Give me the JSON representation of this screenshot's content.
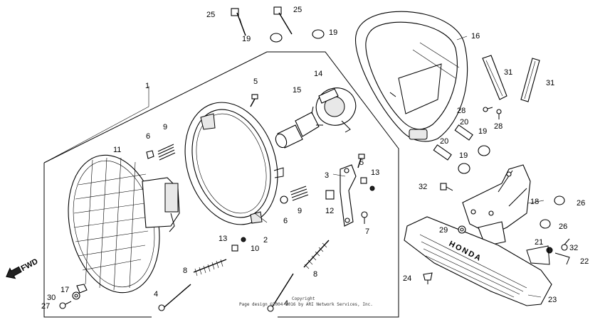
{
  "copyright_line1": "Copyright",
  "copyright_line2": "Page design ©2004-2016 by ARI Network Services, Inc.",
  "fwd_label": "FWD",
  "brand_text": "HONDA",
  "callouts": [
    "1",
    "2",
    "3",
    "4",
    "4",
    "5",
    "5",
    "6",
    "6",
    "7",
    "8",
    "8",
    "9",
    "9",
    "10",
    "11",
    "12",
    "13",
    "13",
    "14",
    "15",
    "16",
    "17",
    "18",
    "19",
    "19",
    "19",
    "19",
    "20",
    "20",
    "21",
    "22",
    "23",
    "24",
    "25",
    "25",
    "26",
    "26",
    "27",
    "28",
    "28",
    "29",
    "30",
    "31",
    "31",
    "32",
    "32"
  ]
}
